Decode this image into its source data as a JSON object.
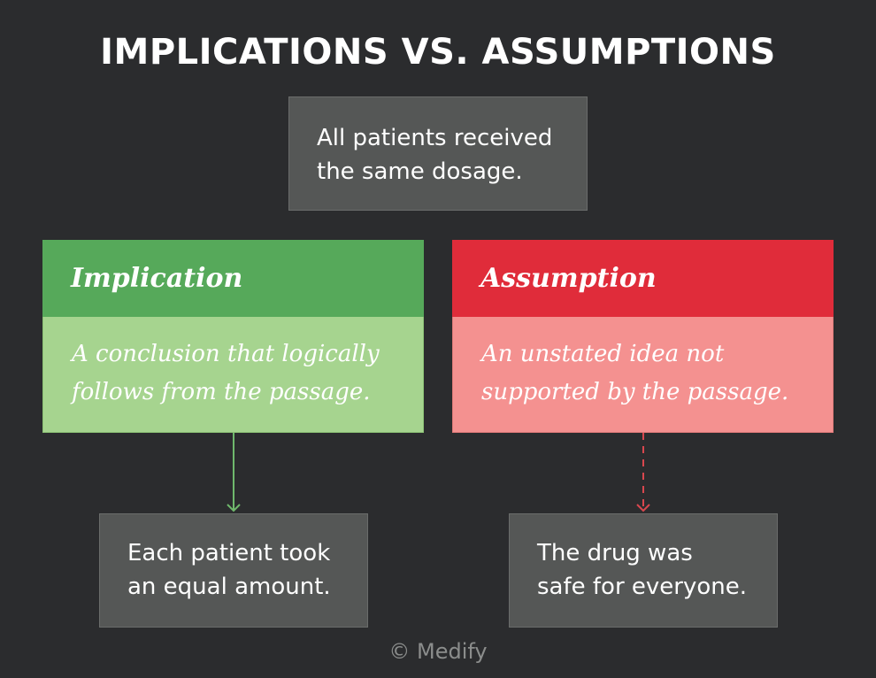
{
  "title": "IMPLICATIONS VS. ASSUMPTIONS",
  "premise": {
    "line1": "All patients received",
    "line2": "the same dosage."
  },
  "implication": {
    "heading": "Implication",
    "line1": "A conclusion that logically",
    "line2": "follows from the passage.",
    "color_head": "#56a95a",
    "color_body": "#a6d48f",
    "arrow_style": "solid",
    "arrow_color": "#6fb86c"
  },
  "assumption": {
    "heading": "Assumption",
    "line1": "An unstated idea not",
    "line2": "supported by the passage.",
    "color_head": "#e02c3a",
    "color_body": "#f49190",
    "arrow_style": "dashed",
    "arrow_color": "#d9474e"
  },
  "results": {
    "implication_line1": "Each patient took",
    "implication_line2": "an equal amount.",
    "assumption_line1": "The drug was",
    "assumption_line2": "safe for everyone."
  },
  "footer": "© Medify"
}
